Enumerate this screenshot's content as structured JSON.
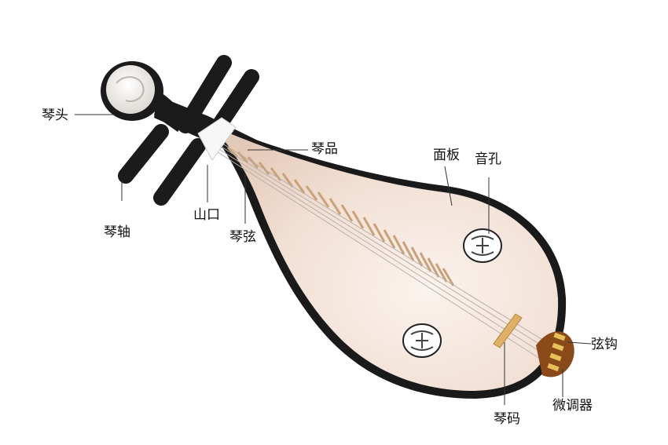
{
  "labels": {
    "qintou": "琴头",
    "qinzhou": "琴轴",
    "shankou": "山口",
    "qinxian": "琴弦",
    "qinpin": "琴品",
    "mianban": "面板",
    "yinkong": "音孔",
    "xiangou": "弦钩",
    "weitiaoqi": "微调器",
    "qinma": "琴码"
  },
  "colors": {
    "body_fill": "#f1dfd3",
    "body_rim": "#1a1a1a",
    "wood_dark": "#1b1b1b",
    "fret": "#c9a27a",
    "bridge": "#e0b066",
    "tailpiece": "#8a4a1a",
    "head_cap": "#f5f2ee",
    "leader": "#333333"
  }
}
